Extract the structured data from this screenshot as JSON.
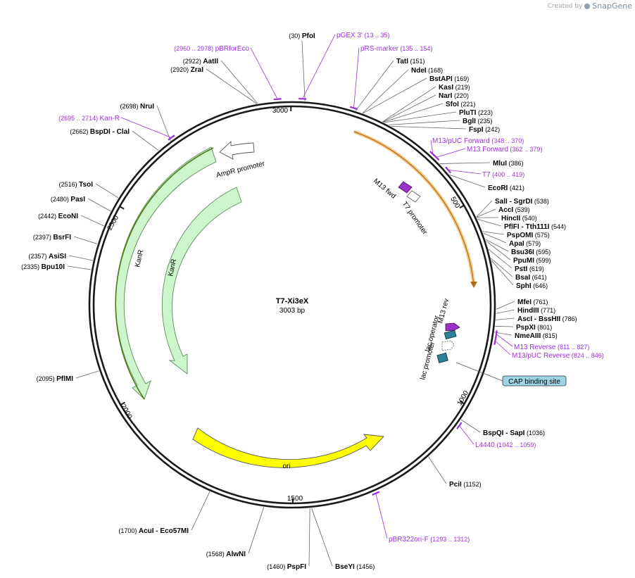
{
  "app": {
    "credit_prefix": "Created by",
    "credit_brand": "SnapGene"
  },
  "plasmid": {
    "name": "T7-Xi3eX",
    "length_label": "3003 bp"
  },
  "ticks": [
    "3000",
    "500",
    "1000",
    "1500",
    "2000",
    "2500"
  ],
  "sites": [
    {
      "name": "PfoI",
      "pos": "(30)"
    },
    {
      "name": "TatI",
      "pos": "(151)"
    },
    {
      "name": "NdeI",
      "pos": "(168)"
    },
    {
      "name": "BstAPI",
      "pos": "(169)"
    },
    {
      "name": "KasI",
      "pos": "(219)"
    },
    {
      "name": "NarI",
      "pos": "(220)"
    },
    {
      "name": "SfoI",
      "pos": "(221)"
    },
    {
      "name": "PluTI",
      "pos": "(223)"
    },
    {
      "name": "BglI",
      "pos": "(235)"
    },
    {
      "name": "FspI",
      "pos": "(242)"
    },
    {
      "name": "MluI",
      "pos": "(386)"
    },
    {
      "name": "EcoRI",
      "pos": "(421)"
    },
    {
      "name": "SalI - SgrDI",
      "pos": "(538)"
    },
    {
      "name": "AccI",
      "pos": "(539)"
    },
    {
      "name": "HincII",
      "pos": "(540)"
    },
    {
      "name": "PflFI - Tth111I",
      "pos": "(544)"
    },
    {
      "name": "PspOMI",
      "pos": "(575)"
    },
    {
      "name": "ApaI",
      "pos": "(579)"
    },
    {
      "name": "Bsu36I",
      "pos": "(595)"
    },
    {
      "name": "PpuMI",
      "pos": "(599)"
    },
    {
      "name": "PstI",
      "pos": "(619)"
    },
    {
      "name": "BsaI",
      "pos": "(641)"
    },
    {
      "name": "SphI",
      "pos": "(646)"
    },
    {
      "name": "MfeI",
      "pos": "(761)"
    },
    {
      "name": "HindIII",
      "pos": "(771)"
    },
    {
      "name": "AscI - BssHII",
      "pos": "(786)"
    },
    {
      "name": "PspXI",
      "pos": "(801)"
    },
    {
      "name": "NmeAIII",
      "pos": "(815)"
    },
    {
      "name": "BspQI - SapI",
      "pos": "(1036)"
    },
    {
      "name": "PciI",
      "pos": "(1152)"
    },
    {
      "name": "BseYI",
      "pos": "(1456)"
    },
    {
      "name": "PspFI",
      "pos": "(1460)"
    },
    {
      "name": "AlwNI",
      "pos": "(1568)"
    },
    {
      "name": "AcuI - Eco57MI",
      "pos": "(1700)"
    },
    {
      "name": "PflMI",
      "pos": "(2095)"
    },
    {
      "name": "Bpu10I",
      "pos": "(2335)"
    },
    {
      "name": "AsiSI",
      "pos": "(2357)"
    },
    {
      "name": "BsrFI",
      "pos": "(2397)"
    },
    {
      "name": "EcoNI",
      "pos": "(2442)"
    },
    {
      "name": "PasI",
      "pos": "(2480)"
    },
    {
      "name": "TsoI",
      "pos": "(2516)"
    },
    {
      "name": "BspDI - ClaI",
      "pos": "(2662)"
    },
    {
      "name": "NruI",
      "pos": "(2698)"
    },
    {
      "name": "ZraI",
      "pos": "(2920)"
    },
    {
      "name": "AatII",
      "pos": "(2922)"
    }
  ],
  "primers": [
    {
      "name": "pGEX 3'",
      "range": "(13 .. 35)"
    },
    {
      "name": "pRS-marker",
      "range": "(135 .. 154)"
    },
    {
      "name": "M13/pUC Forward",
      "range": "(348 .. 370)"
    },
    {
      "name": "M13 Forward",
      "range": "(362 .. 379)"
    },
    {
      "name": "T7",
      "range": "(400 .. 419)"
    },
    {
      "name": "M13 Reverse",
      "range": "(811 .. 827)"
    },
    {
      "name": "M13/pUC Reverse",
      "range": "(824 .. 846)"
    },
    {
      "name": "L4440",
      "range": "(1042 .. 1059)"
    },
    {
      "name": "pBR322ori-F",
      "range": "(1293 .. 1312)"
    },
    {
      "name": "Kan-R",
      "range": "(2695 .. 2714)"
    },
    {
      "name": "pBRforEco",
      "range": "(2960 .. 2978)"
    }
  ],
  "features": {
    "m13_fwd": "M13 fwd",
    "t7_promoter": "T7 promoter",
    "m13_rev": "M13 rev",
    "lac_operator": "lac operator",
    "lac_promoter": "lac promoter",
    "cap_site": "CAP binding site",
    "ampr_promoter": "AmpR promoter",
    "kanr_outer": "KanR",
    "kanr_inner": "KanR",
    "ori": "ori"
  },
  "colors": {
    "backbone": "#1a1a1a",
    "primer": "#9b30d9",
    "orange_feature": "#f5c98a",
    "kanr_fill": "#ccf5cc",
    "ori_fill": "#ffff00",
    "cap_fill": "#9fd3e6",
    "lac_operator_fill": "#2b7f98",
    "m13_fill": "#9a31c8"
  }
}
